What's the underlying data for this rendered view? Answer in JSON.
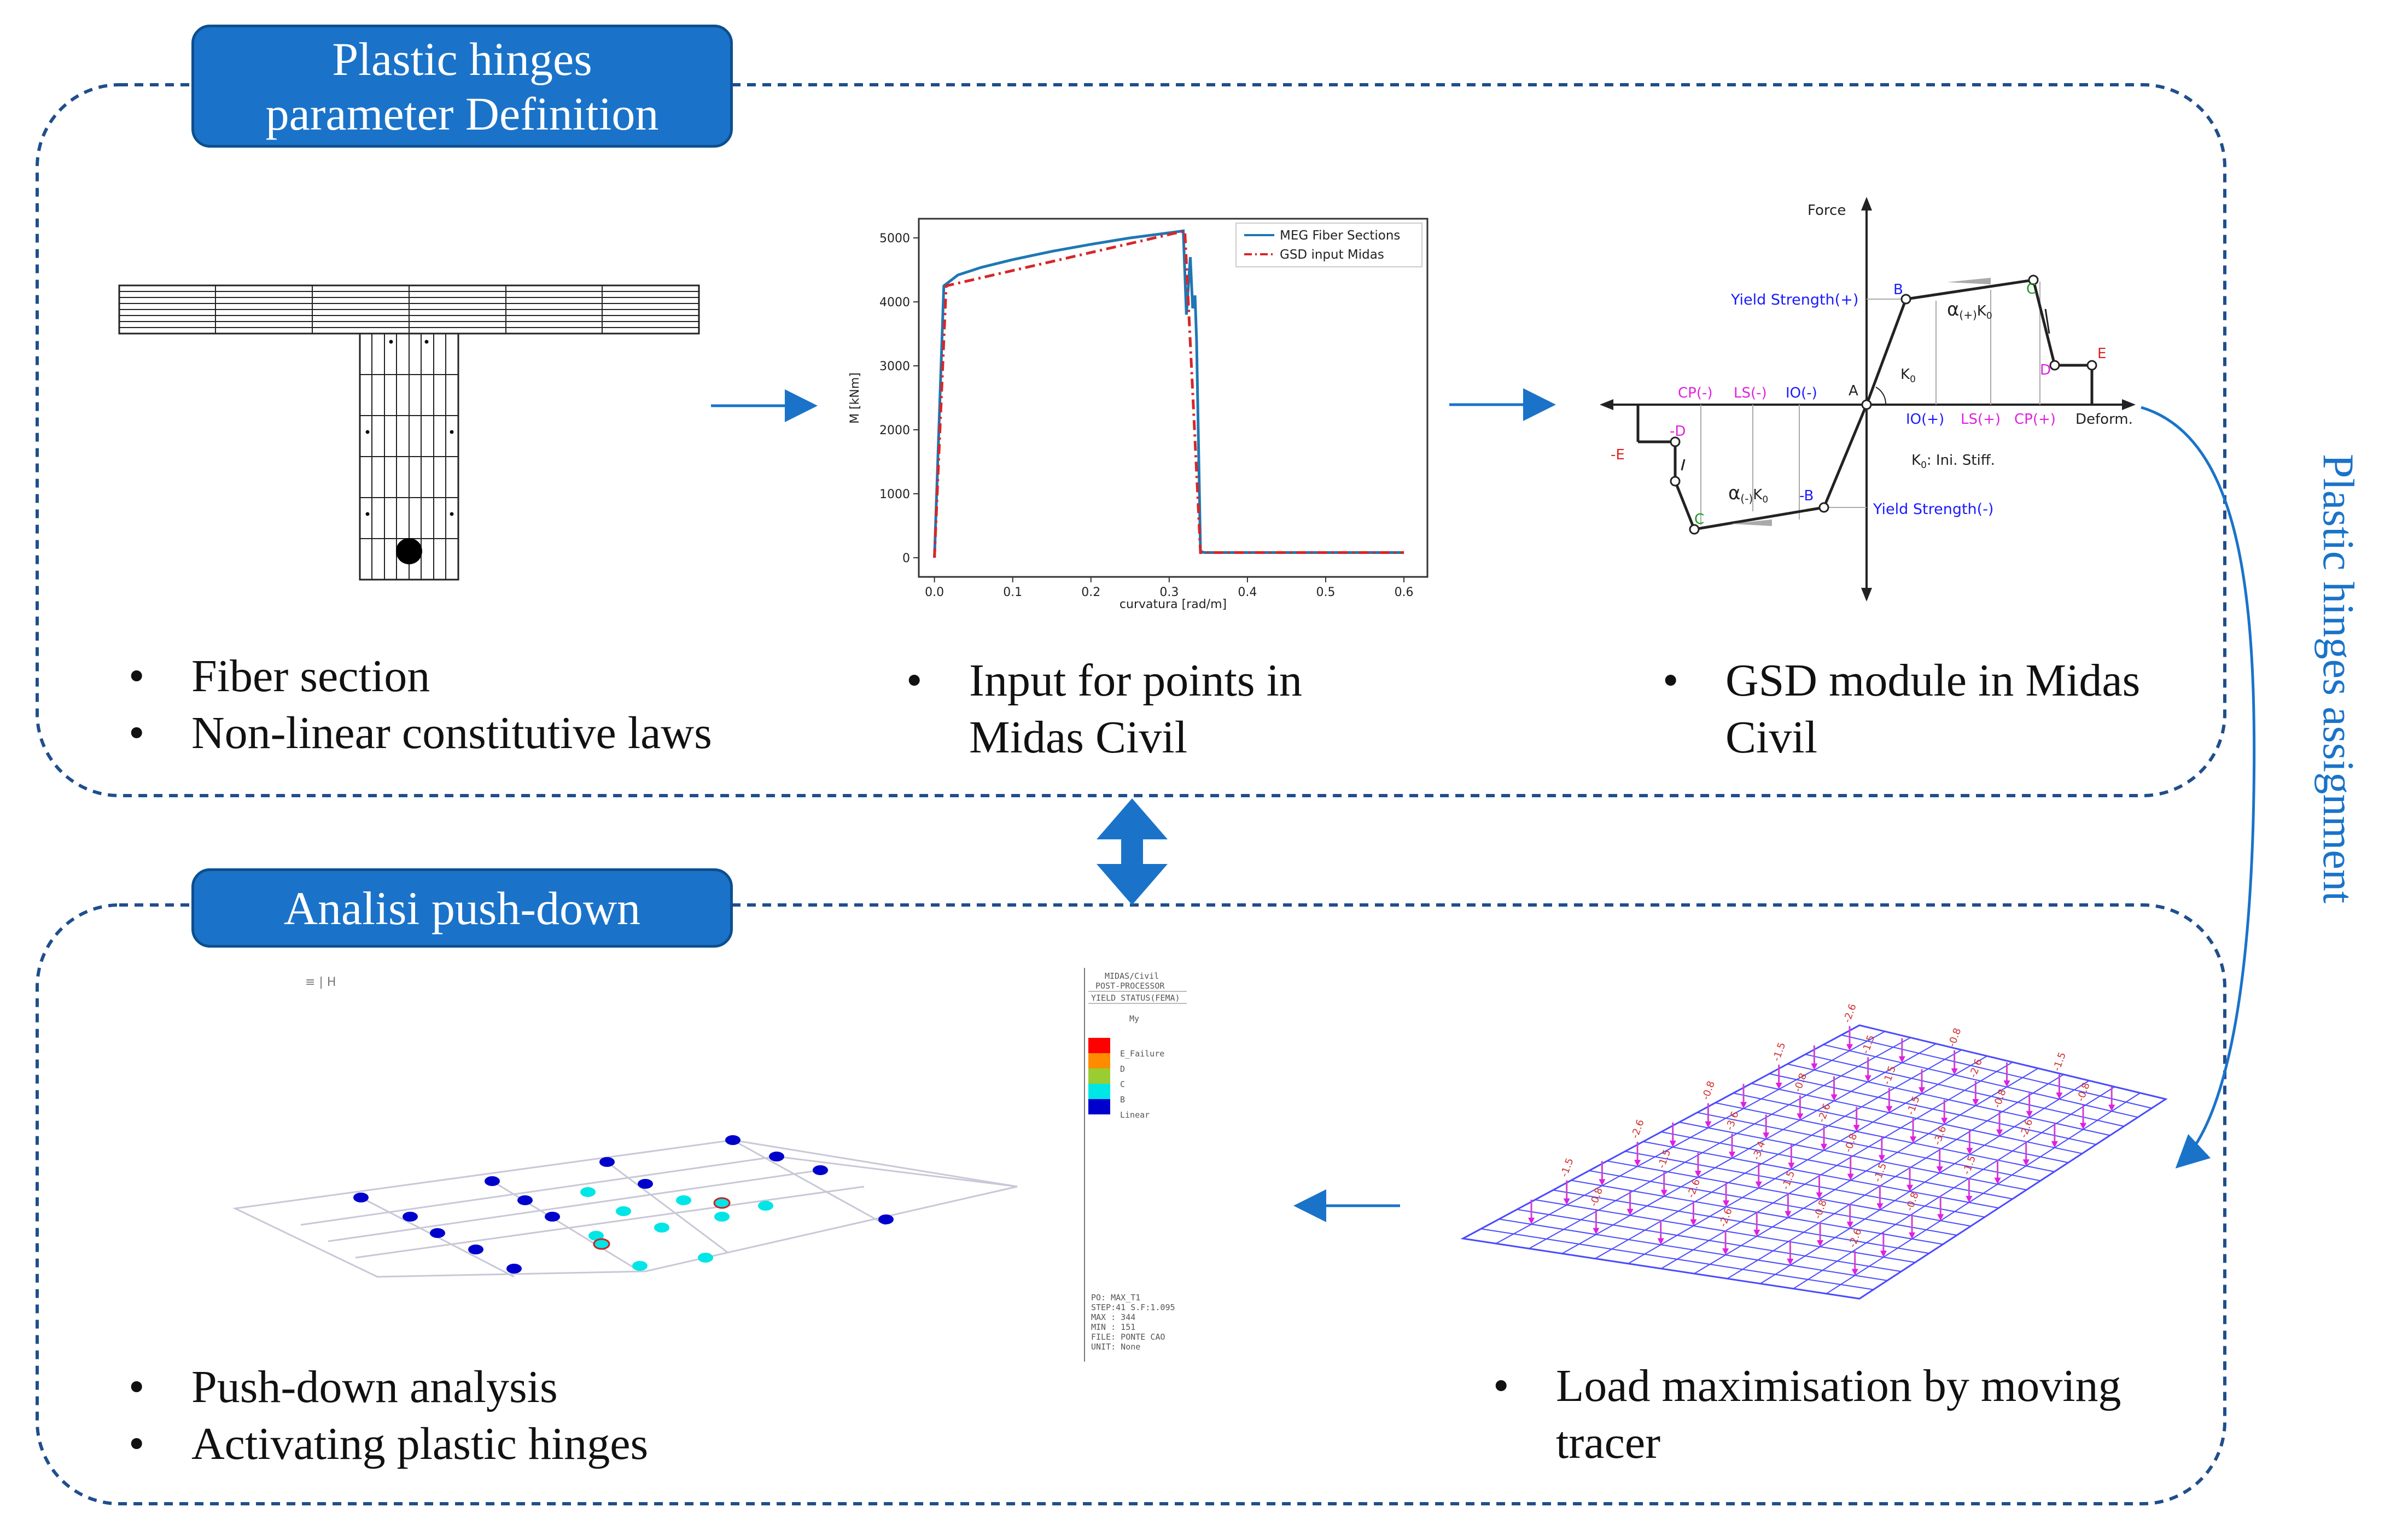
{
  "top_panel": {
    "title_line1": "Plastic hinges",
    "title_line2": "parameter Definition",
    "bullets_left": [
      "Fiber section",
      "Non-linear constitutive laws"
    ],
    "bullets_mid": [
      "Input for points in Midas Civil"
    ],
    "bullets_right": [
      "GSD module in Midas Civil"
    ]
  },
  "bottom_panel": {
    "title": "Analisi push-down",
    "bullets_left": [
      "Push-down analysis",
      "Activating plastic hinges"
    ],
    "bullets_right": [
      "Load maximisation by moving tracer"
    ]
  },
  "side_label": "Plastic hinges assignment",
  "bullet_glyph": "•",
  "colors": {
    "accent": "#1a73c9",
    "dashed_border": "#1f4e8c",
    "midas_blue": "#1f77b4",
    "gsd_red": "#d62728"
  },
  "chart_data": {
    "type": "line",
    "xlabel": "curvatura [rad/m]",
    "ylabel": "M [kNm]",
    "xlim": [
      -0.02,
      0.63
    ],
    "ylim": [
      -300,
      5300
    ],
    "xticks": [
      0.0,
      0.1,
      0.2,
      0.3,
      0.4,
      0.5,
      0.6
    ],
    "yticks": [
      0,
      1000,
      2000,
      3000,
      4000,
      5000
    ],
    "legend_position": "top-right",
    "series": [
      {
        "name": "MEG Fiber Sections",
        "color": "#1f77b4",
        "style": "solid",
        "x": [
          0.0,
          0.012,
          0.03,
          0.06,
          0.1,
          0.15,
          0.2,
          0.25,
          0.3,
          0.318,
          0.322,
          0.327,
          0.33,
          0.333,
          0.335,
          0.34,
          0.345,
          0.6
        ],
        "y": [
          0,
          4250,
          4420,
          4540,
          4660,
          4790,
          4900,
          5000,
          5080,
          5110,
          3800,
          4700,
          3900,
          4100,
          3400,
          100,
          80,
          80
        ]
      },
      {
        "name": "GSD input Midas",
        "color": "#d62728",
        "style": "dashdot",
        "x": [
          0.0,
          0.015,
          0.32,
          0.34,
          0.6
        ],
        "y": [
          0,
          4250,
          5110,
          80,
          80
        ]
      }
    ]
  },
  "gsd": {
    "axis_force": "Force",
    "axis_deform": "Deform.",
    "yield_pos": "Yield Strength(+)",
    "yield_neg": "Yield Strength(-)",
    "pts": {
      "A": "A",
      "B": "B",
      "C": "C",
      "D": "D",
      "E": "E",
      "nB": "-B",
      "nC": "C",
      "nD": "-D",
      "nE": "-E"
    },
    "perf_pos": [
      "IO(+)",
      "LS(+)",
      "CP(+)"
    ],
    "perf_neg": [
      "CP(-)",
      "LS(-)",
      "IO(-)"
    ],
    "k0": "K",
    "k0_sub": "0",
    "ini_stiff": ": Ini.  Stiff.",
    "alpha_pos": "α",
    "alpha_pos_sub": "(+)",
    "alpha_neg": "α",
    "alpha_neg_sub": "(-)"
  },
  "midas_legend": {
    "header1": "MIDAS/Civil",
    "header2": "POST-PROCESSOR",
    "header3": "YIELD STATUS(FEMA)",
    "header4": "My",
    "levels": [
      "E_Failure",
      "D",
      "C",
      "B",
      "Linear"
    ],
    "level_colors": [
      "#ff0000",
      "#ff8c00",
      "#9acd32",
      "#00e5e5",
      "#0000cc"
    ],
    "footer": [
      "PO: MAX_T1",
      "STEP:41 S.F:1.095",
      "MAX : 344",
      "MIN : 151",
      "FILE: PONTE CAO",
      "UNIT: None"
    ]
  },
  "small_icon_text": "≡ | H",
  "load_labels": [
    "-1.5",
    "-2.6",
    "-0.8",
    "-1.5",
    "-2.6",
    "-0.8",
    "-1.5",
    "-3.6",
    "-0.8",
    "-1.5",
    "-2.6",
    "-3.4",
    "-2.6",
    "-1.5",
    "-0.8",
    "-2.6",
    "-1.5",
    "-0.8",
    "-1.5",
    "-2.6",
    "-0.8",
    "-1.5",
    "-3.6",
    "-0.8"
  ]
}
